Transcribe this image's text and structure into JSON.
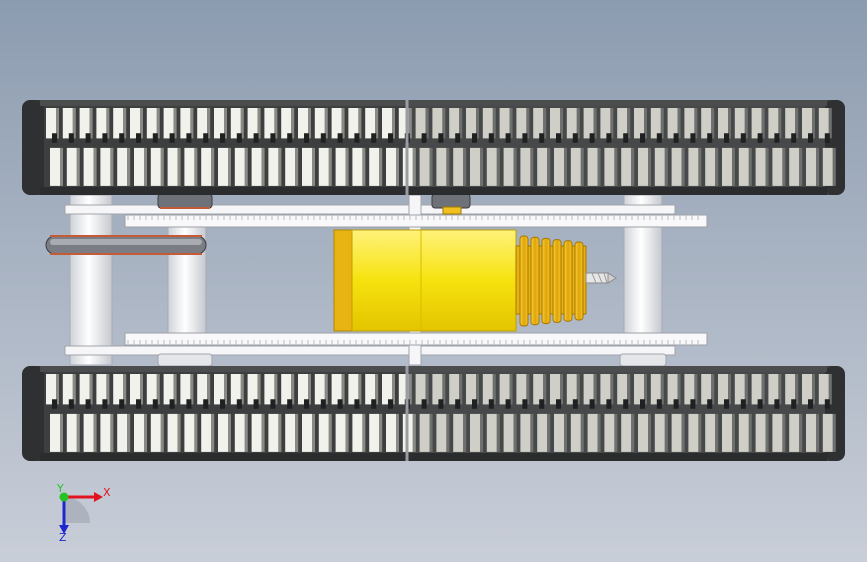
{
  "viewport": {
    "background_top": "#8c9cb0",
    "background_bottom": "#c9ced8"
  },
  "triad": {
    "x_label": "X",
    "y_label": "Y",
    "z_label": "Z",
    "x_color": "#e0141e",
    "y_color": "#22c322",
    "z_color": "#1e28d2"
  },
  "model": {
    "track_dark": "#3c3e40",
    "track_light": "#f2f2ec",
    "track_shadow": "#8a8a84",
    "frame_color": "#f4f4f6",
    "motor_body": "#f6e20e",
    "motor_edge": "#d4a800",
    "motor_coil": "#e8b010",
    "accent_copper": "#c45a36"
  }
}
